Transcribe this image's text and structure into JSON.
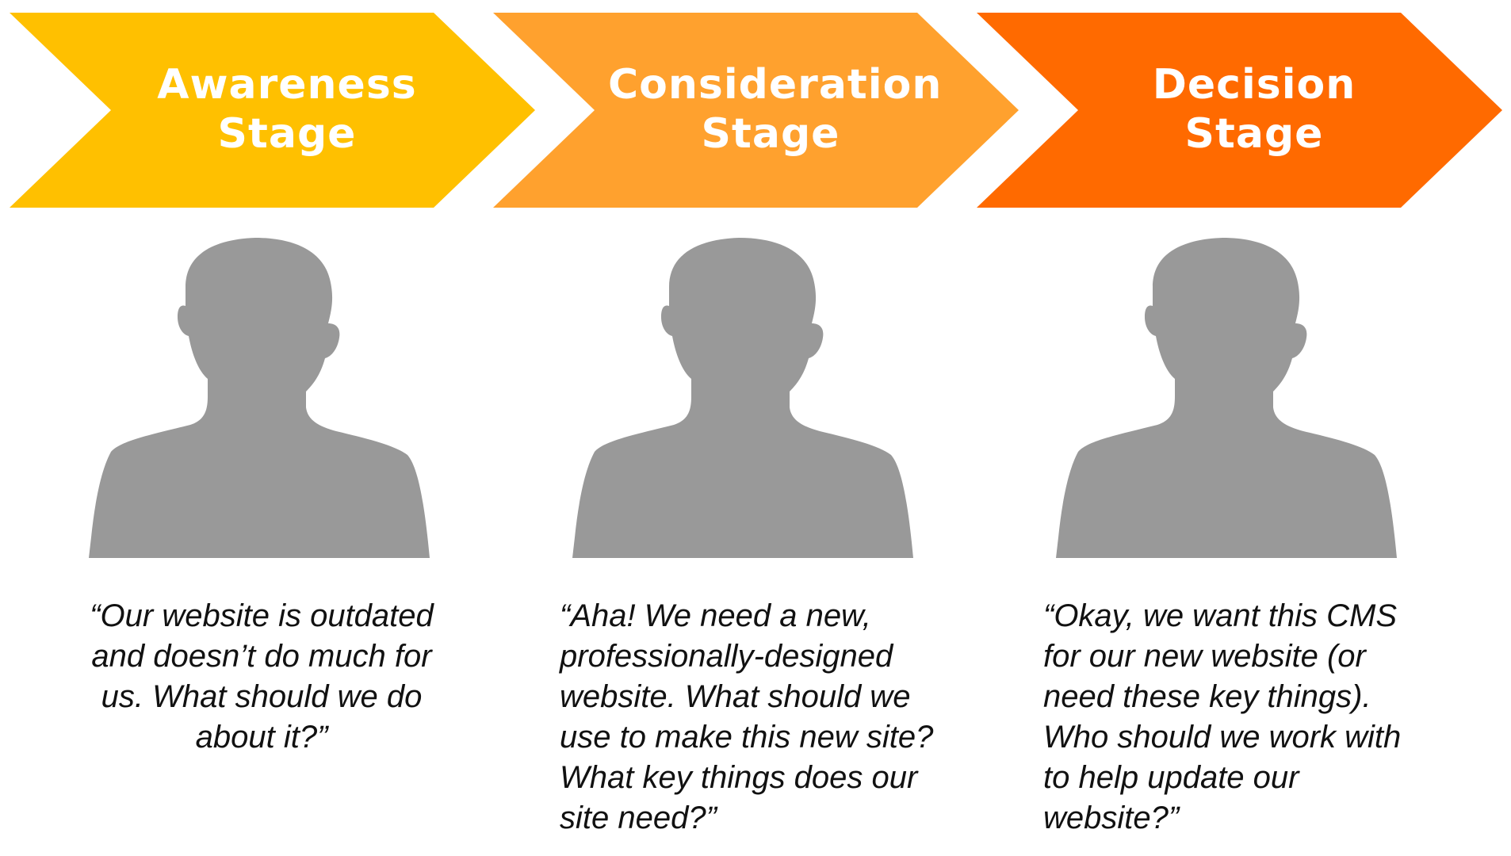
{
  "colors": {
    "awareness": "#FFC000",
    "consideration": "#FFA12E",
    "decision": "#FF6A00",
    "silhouette": "#999999",
    "quote_text": "#111111"
  },
  "stages": [
    {
      "title_line1": "Awareness",
      "title_line2": "Stage",
      "icon": "person-silhouette-icon",
      "quote_lines": [
        "“Our website is outdated",
        "and doesn’t do much for",
        "us. What should we do",
        "about it?”"
      ]
    },
    {
      "title_line1": "Consideration",
      "title_line2": "Stage",
      "icon": "person-silhouette-icon",
      "quote_lines": [
        "“Aha! We need a new,",
        "professionally-designed",
        "website. What should we",
        "use to make this new site?",
        "What key things does our",
        "site need?”"
      ]
    },
    {
      "title_line1": "Decision",
      "title_line2": "Stage",
      "icon": "person-silhouette-icon",
      "quote_lines": [
        "“Okay, we want this CMS",
        "for our new website (or",
        "need these key things).",
        "Who should we work with",
        "to help update our",
        "website?”"
      ]
    }
  ]
}
